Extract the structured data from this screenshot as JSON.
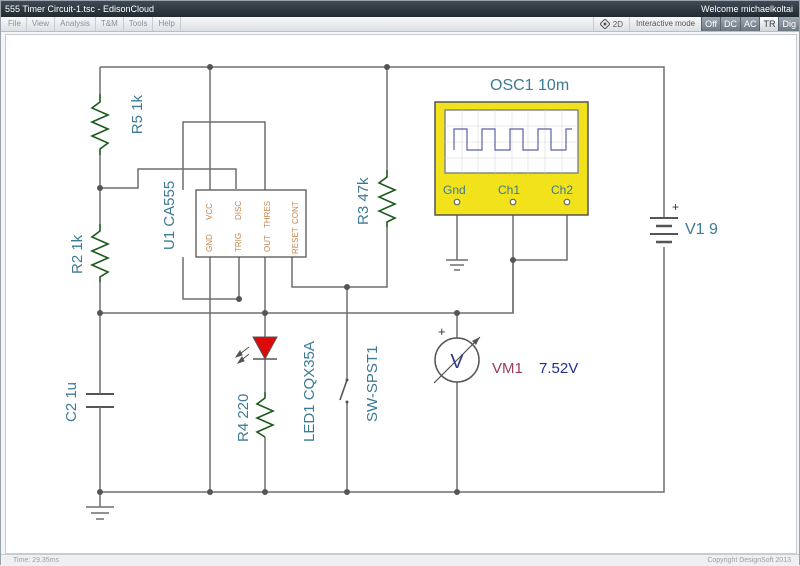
{
  "window": {
    "title": "555 Timer Circuit-1.tsc - EdisonCloud",
    "welcome": "Welcome michaelkoltai"
  },
  "menu": [
    "File",
    "View",
    "Analysis",
    "T&M",
    "Tools",
    "Help"
  ],
  "toolbar": {
    "view_2d": "2D",
    "interactive_mode": "Interactive mode",
    "modes": [
      "Off",
      "DC",
      "AC",
      "TR",
      "Dig"
    ],
    "active_mode": "TR"
  },
  "schematic": {
    "r5": "R5 1k",
    "r2": "R2 1k",
    "c2": "C2 1u",
    "u1": "U1 CA555",
    "pins": {
      "vcc": "VCC",
      "disc": "DISC",
      "gnd": "GND",
      "trig": "TRIG",
      "out": "OUT",
      "thres": "THRES",
      "reset": "RESET",
      "cont": "CONT"
    },
    "r3": "R3 47k",
    "led": "LED1 CQX35A",
    "r4": "R4 220",
    "switch": "SW-SPST1",
    "osc": {
      "title": "OSC1 10m",
      "gnd": "Gnd",
      "ch1": "Ch1",
      "ch2": "Ch2"
    },
    "vm": {
      "name": "VM1",
      "value": "7.52V",
      "symbol": "V"
    },
    "v1": "V1 9",
    "plus": "+"
  },
  "status": {
    "time": "Time: 29.35ms",
    "copyright": "Copyright DesignSoft 2013"
  },
  "colors": {
    "wire": "#6f6f6f",
    "label": "#3d7a93",
    "osc_bezel": "#f1e21c",
    "led": "#dd0a0a",
    "vm_name": "#9a3b5c",
    "vm_value": "#202f88"
  }
}
